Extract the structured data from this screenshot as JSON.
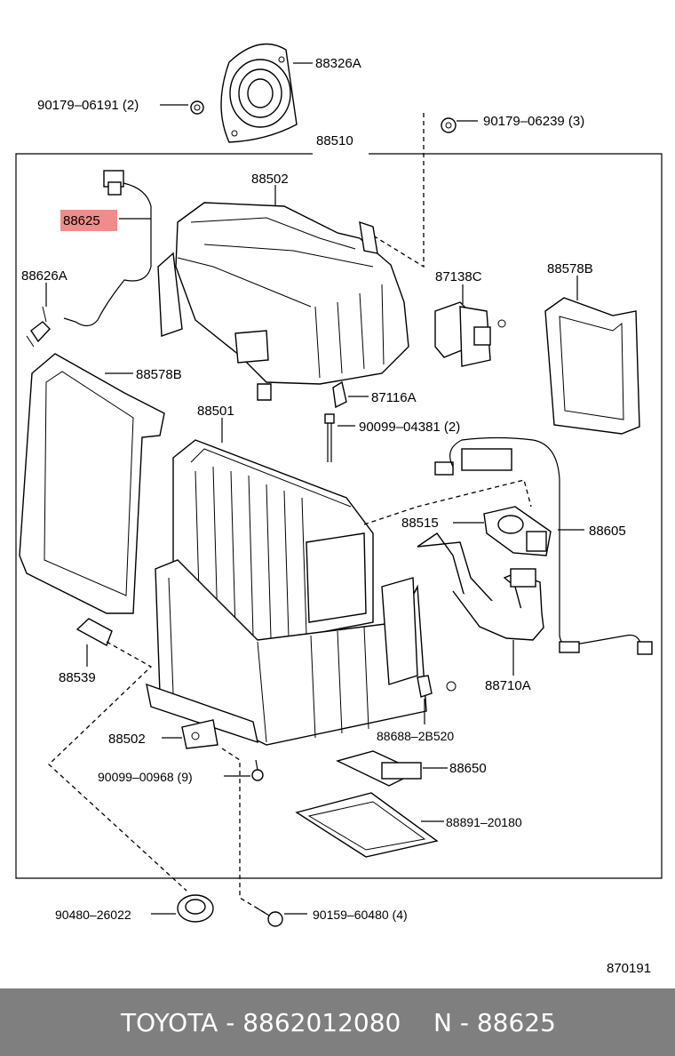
{
  "diagram": {
    "highlight_color": "#f28b8b",
    "labels": {
      "p88326A": "88326A",
      "p90179_06191": "90179–06191 (2)",
      "p90179_06239": "90179–06239 (3)",
      "p88510": "88510",
      "p88502_top": "88502",
      "p88625": "88625",
      "p88626A": "88626A",
      "p87138C": "87138C",
      "p88578B_right": "88578B",
      "p88578B_left": "88578B",
      "p87116A": "87116A",
      "p88501": "88501",
      "p90099_04381": "90099–04381 (2)",
      "p88515": "88515",
      "p88605": "88605",
      "p88539": "88539",
      "p88710A": "88710A",
      "p88502_bottom": "88502",
      "p88688_2B520": "88688–2B520",
      "p90099_00968": "90099–00968 (9)",
      "p88650": "88650",
      "p88891_20180": "88891–20180",
      "p90480_26022": "90480–26022",
      "p90159_60480": "90159–60480 (4)",
      "ref_number": "870191"
    }
  },
  "footer": {
    "brand_part": "TOYOTA - 8862012080",
    "ref": "N - 88625",
    "background": "#7f7f7f"
  }
}
